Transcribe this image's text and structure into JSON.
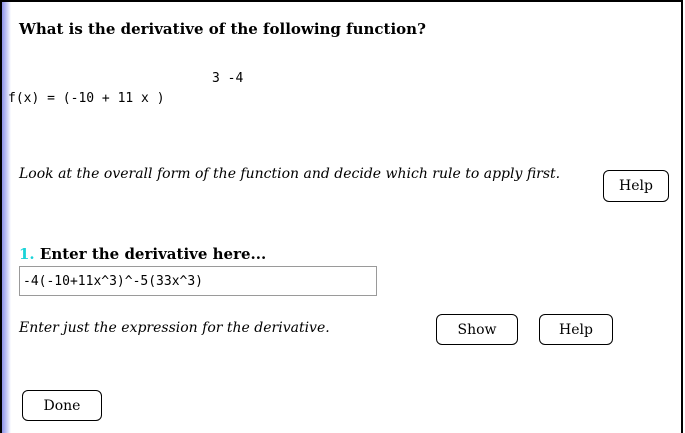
{
  "question": "What is the derivative of the following function?",
  "function": {
    "exponent_line": "3 -4",
    "expression_line": "f(x) = (-10 + 11 x )"
  },
  "hint": {
    "text": "Look at the overall form of the function and decide which rule to apply first.",
    "help_label": "Help"
  },
  "step1": {
    "number": "1.",
    "label": "Enter the derivative here...",
    "answer_value": "-4(-10+11x^3)^-5(33x^3)",
    "instruction": "Enter just the expression for the derivative.",
    "show_label": "Show",
    "help_label": "Help"
  },
  "done_label": "Done",
  "colors": {
    "step_number": "#19d3d8",
    "stripe": "#8e92e8"
  }
}
